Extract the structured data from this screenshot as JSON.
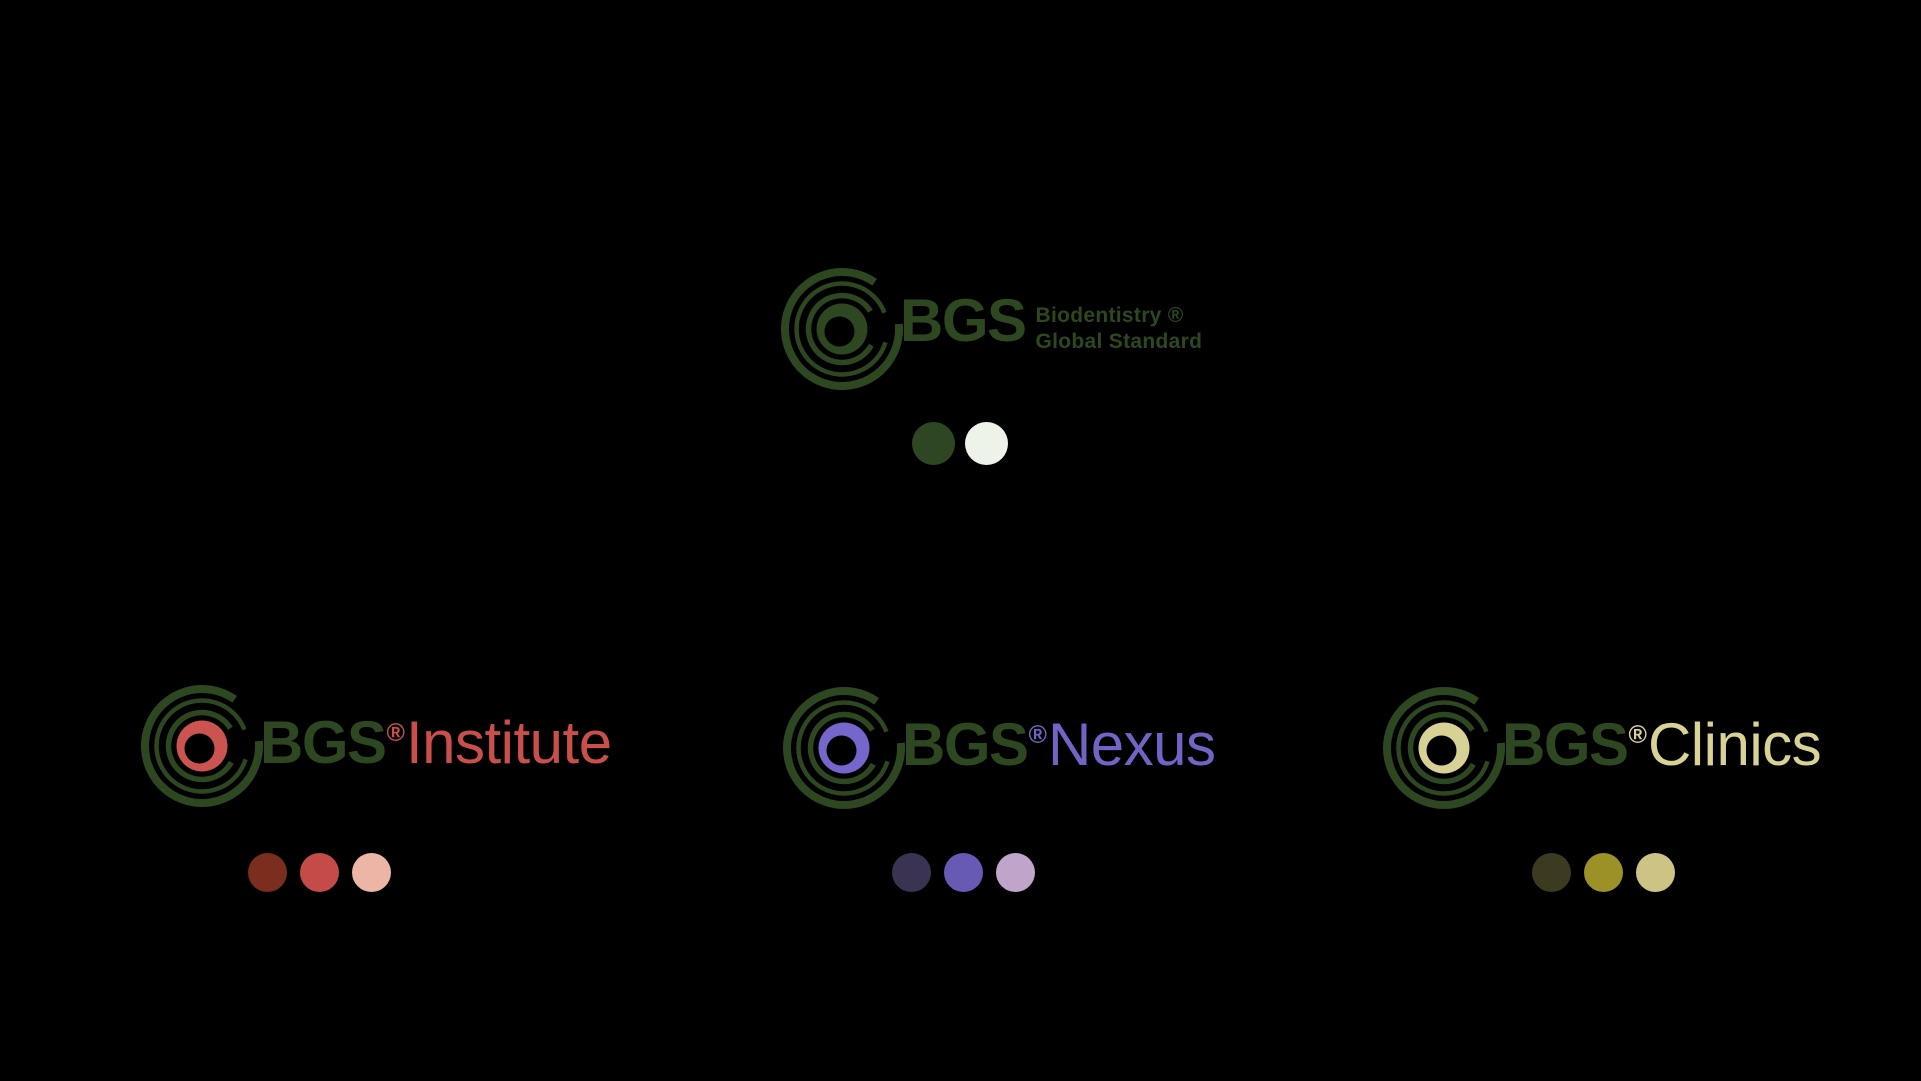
{
  "background": "#000000",
  "brand": {
    "green": "#2d4721",
    "master": {
      "wordmark": "BGS",
      "tagline_line1": "Biodentistry ®",
      "tagline_line2": "Global Standard",
      "donut": "#2d4721",
      "palette": [
        "#2e4722",
        "#eef3ea"
      ]
    },
    "sublogos": [
      {
        "id": "institute",
        "wordmark": "BGS",
        "reg": "®",
        "suffix": "Institute",
        "accent": "#ca4f4b",
        "donut": "#cc5450",
        "palette": [
          "#7b2d1e",
          "#c54b48",
          "#ecb5a5"
        ]
      },
      {
        "id": "nexus",
        "wordmark": "BGS",
        "reg": "®",
        "suffix": "Nexus",
        "accent": "#7064c6",
        "donut": "#7566cc",
        "palette": [
          "#3a3452",
          "#675ab4",
          "#c1a4c9"
        ]
      },
      {
        "id": "clinics",
        "wordmark": "BGS",
        "reg": "®",
        "suffix": "Clinics",
        "accent": "#d9d295",
        "donut": "#d8d195",
        "palette": [
          "#3c3a21",
          "#9c9126",
          "#ccc385"
        ]
      }
    ]
  }
}
